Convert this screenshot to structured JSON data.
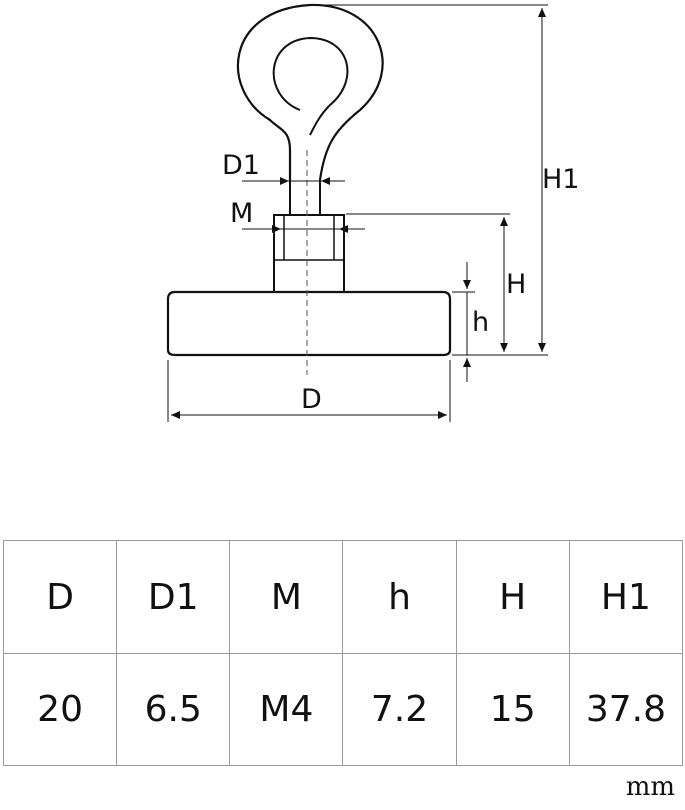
{
  "drawing": {
    "labels": {
      "d1": "D1",
      "m": "M",
      "h1": "H1",
      "h_big": "H",
      "h_small": "h",
      "d": "D"
    }
  },
  "table": {
    "headers": [
      "D",
      "D1",
      "M",
      "h",
      "H",
      "H1"
    ],
    "values": [
      "20",
      "6.5",
      "M4",
      "7.2",
      "15",
      "37.8"
    ]
  },
  "unit": "mm"
}
